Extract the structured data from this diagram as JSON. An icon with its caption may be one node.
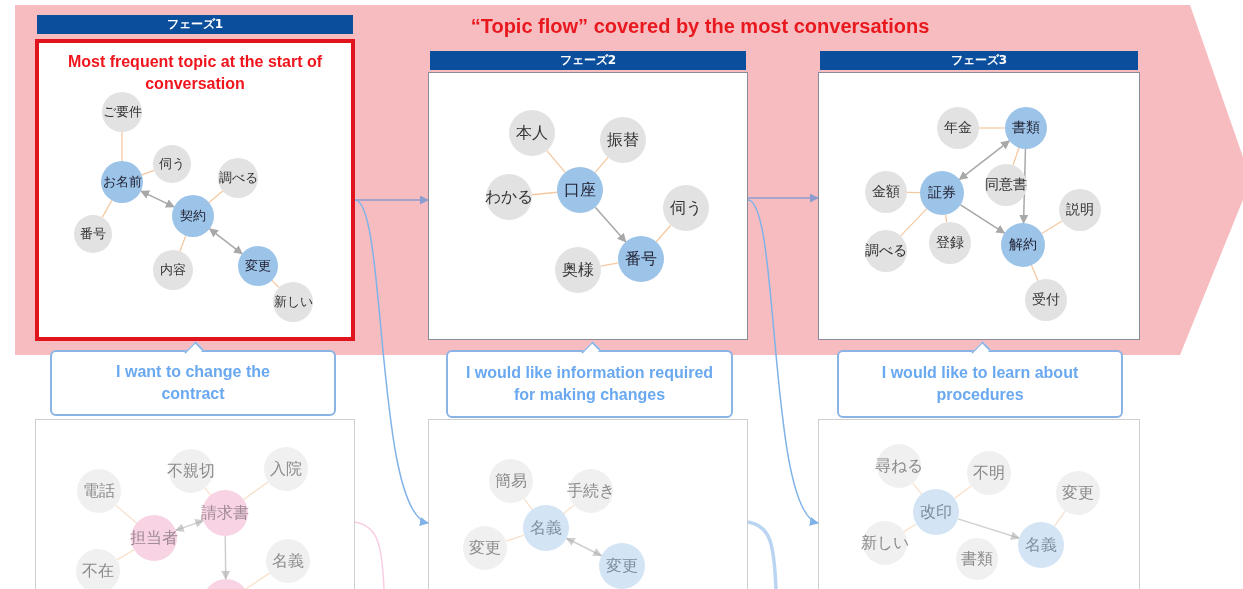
{
  "diagram": {
    "nodes": [
      {
        "text": [
          "“Topic flow” covered by the most conversations"
        ]
      },
      {
        "text": [
          "フェーズ1",
          "Most frequent topic at the start of conversation"
        ],
        "in": 0
      },
      {
        "text": [
          "ご要件"
        ],
        "in": 1
      },
      {
        "text": [
          "伺う"
        ],
        "in": 1
      },
      {
        "text": [
          "お名前"
        ],
        "in": 1
      },
      {
        "text": [
          "調べる"
        ],
        "in": 1
      },
      {
        "text": [
          "契約"
        ],
        "in": 1
      },
      {
        "text": [
          "番号"
        ],
        "in": 1
      },
      {
        "text": [
          "内容"
        ],
        "in": 1
      },
      {
        "text": [
          "変更"
        ],
        "in": 1
      },
      {
        "text": [
          "新しい"
        ],
        "in": 1
      },
      {
        "text": [
          "フェーズ2"
        ],
        "in": 0
      },
      {
        "text": [
          "本人"
        ],
        "in": 11
      },
      {
        "text": [
          "振替"
        ],
        "in": 11
      },
      {
        "text": [
          "わかる"
        ],
        "in": 11
      },
      {
        "text": [
          "口座"
        ],
        "in": 11
      },
      {
        "text": [
          "伺う"
        ],
        "in": 11
      },
      {
        "text": [
          "番号"
        ],
        "in": 11
      },
      {
        "text": [
          "奥様"
        ],
        "in": 11
      },
      {
        "text": [
          "フェーズ3"
        ],
        "in": 0
      },
      {
        "text": [
          "年金"
        ],
        "in": 19
      },
      {
        "text": [
          "書類"
        ],
        "in": 19
      },
      {
        "text": [
          "同意書"
        ],
        "in": 19
      },
      {
        "text": [
          "金額"
        ],
        "in": 19
      },
      {
        "text": [
          "証券"
        ],
        "in": 19
      },
      {
        "text": [
          "説明"
        ],
        "in": 19
      },
      {
        "text": [
          "登録"
        ],
        "in": 19
      },
      {
        "text": [
          "調べる"
        ],
        "in": 19
      },
      {
        "text": [
          "解約"
        ],
        "in": 19
      },
      {
        "text": [
          "受付"
        ],
        "in": 19
      },
      {
        "text": [
          "I want to change the contract"
        ]
      },
      {
        "text": [
          "I would like information required for making changes"
        ]
      },
      {
        "text": [
          "I would like to learn about procedures"
        ]
      },
      {
        "text": [],
        "shape": "box"
      },
      {
        "text": [
          "入院"
        ],
        "in": 33
      },
      {
        "text": [
          "不親切"
        ],
        "in": 33
      },
      {
        "text": [
          "電話"
        ],
        "in": 33
      },
      {
        "text": [
          "請求書"
        ],
        "in": 33
      },
      {
        "text": [
          "担当者"
        ],
        "in": 33
      },
      {
        "text": [
          "名義"
        ],
        "in": 33
      },
      {
        "text": [
          "不在"
        ],
        "in": 33
      },
      {
        "text": [],
        "shape": "circle"
      },
      {
        "text": [],
        "shape": "box"
      },
      {
        "text": [
          "簡易"
        ],
        "in": 42
      },
      {
        "text": [
          "手続き"
        ],
        "in": 42
      },
      {
        "text": [
          "名義"
        ],
        "in": 42
      },
      {
        "text": [
          "変更"
        ],
        "in": 42
      },
      {
        "text": [
          "変更"
        ],
        "in": 42
      },
      {
        "text": [],
        "shape": "box"
      },
      {
        "text": [
          "尋ねる"
        ],
        "in": 48
      },
      {
        "text": [
          "不明"
        ],
        "in": 48
      },
      {
        "text": [
          "変更"
        ],
        "in": 48
      },
      {
        "text": [
          "改印"
        ],
        "in": 48
      },
      {
        "text": [
          "新しい"
        ],
        "in": 48
      },
      {
        "text": [
          "名義"
        ],
        "in": 48
      },
      {
        "text": [
          "書類"
        ],
        "in": 48
      }
    ],
    "edges": [
      {
        "from": 2,
        "to": 4,
        "arrow": "none"
      },
      {
        "from": 3,
        "to": 4,
        "arrow": "none"
      },
      {
        "from": 7,
        "to": 4,
        "arrow": "none"
      },
      {
        "from": 4,
        "to": 6,
        "arrow": "both",
        "color": "#a8a8a8"
      },
      {
        "from": 5,
        "to": 6,
        "arrow": "none"
      },
      {
        "from": 8,
        "to": 6,
        "arrow": "none"
      },
      {
        "from": 6,
        "to": 9,
        "arrow": "both",
        "color": "#a8a8a8"
      },
      {
        "from": 9,
        "to": 10,
        "arrow": "none"
      },
      {
        "from": 12,
        "to": 15,
        "arrow": "none"
      },
      {
        "from": 13,
        "to": 15,
        "arrow": "none"
      },
      {
        "from": 14,
        "to": 15,
        "arrow": "none"
      },
      {
        "from": 15,
        "to": 17,
        "arrow": "to",
        "color": "#a8a8a8"
      },
      {
        "from": 16,
        "to": 17,
        "arrow": "none"
      },
      {
        "from": 18,
        "to": 17,
        "arrow": "none"
      },
      {
        "from": 20,
        "to": 21,
        "arrow": "none"
      },
      {
        "from": 21,
        "to": 24,
        "arrow": "both",
        "color": "#a8a8a8"
      },
      {
        "from": 22,
        "to": 21,
        "arrow": "none"
      },
      {
        "from": 21,
        "to": 28,
        "arrow": "to",
        "color": "#a8a8a8"
      },
      {
        "from": 23,
        "to": 24,
        "arrow": "none"
      },
      {
        "from": 27,
        "to": 24,
        "arrow": "none"
      },
      {
        "from": 26,
        "to": 24,
        "arrow": "none"
      },
      {
        "from": 24,
        "to": 28,
        "arrow": "to",
        "color": "#a8a8a8"
      },
      {
        "from": 25,
        "to": 28,
        "arrow": "none"
      },
      {
        "from": 29,
        "to": 28,
        "arrow": "none"
      },
      {
        "from": 36,
        "to": 38,
        "arrow": "none"
      },
      {
        "from": 40,
        "to": 38,
        "arrow": "none"
      },
      {
        "from": 38,
        "to": 37,
        "arrow": "both",
        "color": "#a8a8a8"
      },
      {
        "from": 35,
        "to": 37,
        "arrow": "none"
      },
      {
        "from": 34,
        "to": 37,
        "arrow": "none"
      },
      {
        "from": 37,
        "to": 41,
        "arrow": "to",
        "color": "#a8a8a8"
      },
      {
        "from": 39,
        "to": 41,
        "arrow": "none"
      },
      {
        "from": 43,
        "to": 45,
        "arrow": "none"
      },
      {
        "from": 44,
        "to": 45,
        "arrow": "none"
      },
      {
        "from": 46,
        "to": 45,
        "arrow": "none"
      },
      {
        "from": 45,
        "to": 47,
        "arrow": "both",
        "color": "#a8a8a8"
      },
      {
        "from": 49,
        "to": 52,
        "arrow": "none"
      },
      {
        "from": 50,
        "to": 52,
        "arrow": "none"
      },
      {
        "from": 53,
        "to": 52,
        "arrow": "none"
      },
      {
        "from": 52,
        "to": 54,
        "arrow": "to",
        "color": "#a8a8a8"
      },
      {
        "from": 51,
        "to": 54,
        "arrow": "none"
      },
      {
        "from": 1,
        "to": 11,
        "arrow": "to",
        "color": "#8c9bd0"
      },
      {
        "from": 1,
        "to": 42,
        "arrow": "to",
        "color": "#7fb3e8"
      },
      {
        "from": 11,
        "to": 19,
        "arrow": "to",
        "color": "#8c9bd0"
      },
      {
        "from": 11,
        "to": 48,
        "arrow": "to",
        "color": "#7fb3e8"
      },
      {
        "from": 33,
        "to": null,
        "arrow": "none",
        "color": "#f2a6cc"
      },
      {
        "from": 42,
        "to": null,
        "arrow": "none",
        "style": "thick",
        "color": "#7fb3e8"
      }
    ]
  }
}
